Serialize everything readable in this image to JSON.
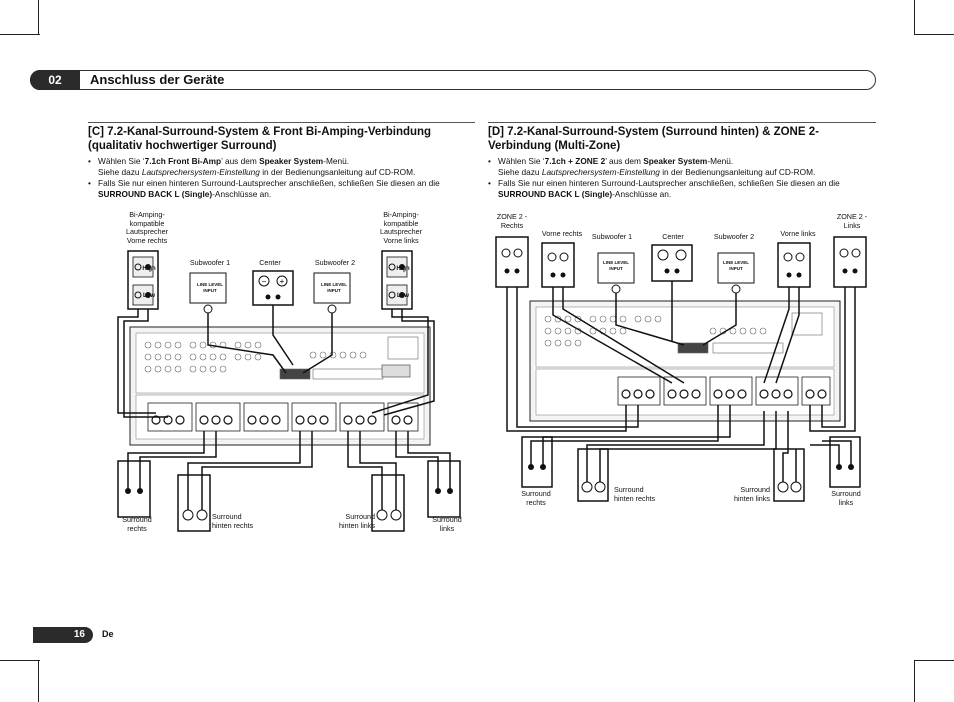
{
  "header": {
    "chapter_number": "02",
    "chapter_title": "Anschluss der Geräte"
  },
  "section_c": {
    "title": "[C] 7.2-Kanal-Surround-System & Front Bi-Amping-Verbindung (qualitativ hochwertiger Surround)",
    "b1_pre": "Wählen Sie ‘",
    "b1_opt": "7.1ch Front Bi-Amp",
    "b1_mid": "’ aus dem ",
    "b1_menu": "Speaker System",
    "b1_post": "-Menü.",
    "b1_line2_pre": "Siehe dazu ",
    "b1_line2_ital": "Lautsprechersystem-Einstellung",
    "b1_line2_post": " in der Bedienungsanleitung auf CD-ROM.",
    "b2_pre": "Falls Sie nur einen hinteren Surround-Lautsprecher anschließen, schließen Sie diesen an die",
    "b2_bold": "SURROUND BACK L (Single)",
    "b2_post": "-Anschlüsse an.",
    "labels": {
      "biamp_right": "Bi-Amping-\nkompatible\nLautsprecher\nVorne rechts",
      "biamp_left": "Bi-Amping-\nkompatible\nLautsprecher\nVorne links",
      "sub1": "Subwoofer 1",
      "center": "Center",
      "sub2": "Subwoofer 2",
      "high": "High",
      "low": "Low",
      "line_level": "LINE LEVEL\nINPUT",
      "surr_right": "Surround\nrechts",
      "surr_back_right": "Surround\nhinten rechts",
      "surr_back_left": "Surround\nhinten links",
      "surr_left": "Surround\nlinks"
    }
  },
  "section_d": {
    "title": "[D] 7.2-Kanal-Surround-System (Surround hinten) & ZONE 2-Verbindung (Multi-Zone)",
    "b1_pre": "Wählen Sie ‘",
    "b1_opt": "7.1ch + ZONE 2",
    "b1_mid": "’ aus dem ",
    "b1_menu": "Speaker System",
    "b1_post": "-Menü.",
    "b1_line2_pre": "Siehe dazu ",
    "b1_line2_ital": "Lautsprechersystem-Einstellung",
    "b1_line2_post": " in der Bedienungsanleitung auf CD-ROM.",
    "b2_pre": "Falls Sie nur einen hinteren Surround-Lautsprecher anschließen, schließen Sie diesen an die",
    "b2_bold": "SURROUND BACK L (Single)",
    "b2_post": "-Anschlüsse an.",
    "labels": {
      "zone2_right": "ZONE 2 -\nRechts",
      "front_right": "Vorne rechts",
      "sub1": "Subwoofer 1",
      "center": "Center",
      "sub2": "Subwoofer 2",
      "front_left": "Vorne links",
      "zone2_left": "ZONE 2 -\nLinks",
      "line_level": "LINE LEVEL\nINPUT",
      "surr_right": "Surround\nrechts",
      "surr_back_right": "Surround\nhinten rechts",
      "surr_back_left": "Surround\nhinten links",
      "surr_left": "Surround\nlinks"
    }
  },
  "footer": {
    "page_number": "16",
    "language": "De"
  }
}
